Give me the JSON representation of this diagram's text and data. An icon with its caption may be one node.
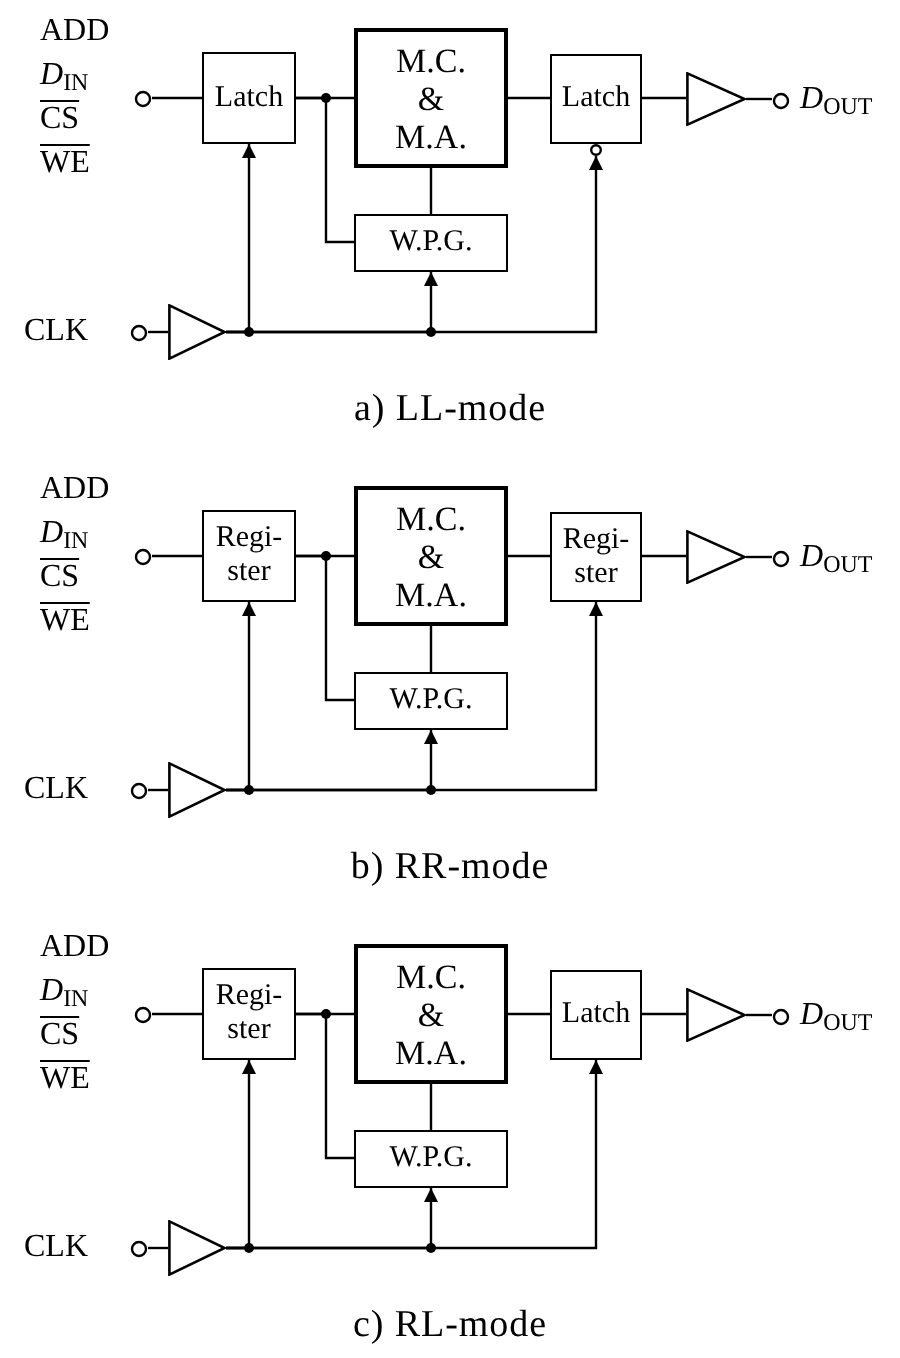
{
  "diagram": {
    "nodes": [
      {
        "text": [
          "ADD",
          "*D*$_{IN}$",
          "CS",
          "WE"
        ]
      },
      {
        "text": [
          "Latch"
        ]
      },
      {
        "text": [
          "M.C. & M.A."
        ]
      },
      {
        "text": [
          "W.P.G."
        ]
      },
      {
        "text": [
          "Latch"
        ]
      },
      {
        "text": [],
        "shape": "circle"
      },
      {
        "text": [],
        "shape": "triangle"
      },
      {
        "text": [
          "*D*$_{OUT}$"
        ]
      },
      {
        "text": [
          "CLK"
        ]
      },
      {
        "text": [],
        "shape": "triangle"
      },
      {
        "text": [
          "ADD",
          "*D*$_{IN}$",
          "CS",
          "WE"
        ]
      },
      {
        "text": [
          "Regi- ster"
        ]
      },
      {
        "text": [
          "M.C. & M.A."
        ]
      },
      {
        "text": [
          "W.P.G."
        ]
      },
      {
        "text": [
          "Regi- ster"
        ]
      },
      {
        "text": [],
        "shape": "triangle"
      },
      {
        "text": [
          "*D*$_{OUT}$"
        ]
      },
      {
        "text": [
          "CLK"
        ]
      },
      {
        "text": [],
        "shape": "triangle"
      },
      {
        "text": [
          "ADD",
          "*D*$_{IN}$",
          "CS",
          "WE"
        ]
      },
      {
        "text": [
          "Regi- ster"
        ]
      },
      {
        "text": [
          "M.C. & M.A."
        ]
      },
      {
        "text": [
          "W.P.G."
        ]
      },
      {
        "text": [
          "Latch"
        ]
      },
      {
        "text": [],
        "shape": "triangle"
      },
      {
        "text": [
          "*D*$_{OUT}$"
        ]
      },
      {
        "text": [
          "CLK"
        ]
      },
      {
        "text": [],
        "shape": "triangle"
      }
    ],
    "edges": [
      {
        "from": 0,
        "to": 1,
        "arrow": "none"
      },
      {
        "from": 1,
        "to": 2,
        "arrow": "none"
      },
      {
        "from": 1,
        "to": 3,
        "arrow": "none"
      },
      {
        "from": 2,
        "to": 3,
        "arrow": "none"
      },
      {
        "from": 2,
        "to": 4,
        "arrow": "none"
      },
      {
        "from": 4,
        "to": 6,
        "arrow": "none"
      },
      {
        "from": 6,
        "to": 7,
        "arrow": "none"
      },
      {
        "from": 8,
        "to": 9,
        "arrow": "none"
      },
      {
        "from": 9,
        "to": 1,
        "arrow": "to"
      },
      {
        "from": 9,
        "to": 3,
        "arrow": "to"
      },
      {
        "from": 9,
        "to": 5,
        "arrow": "to"
      },
      {
        "from": 10,
        "to": 11,
        "arrow": "none"
      },
      {
        "from": 11,
        "to": 12,
        "arrow": "none"
      },
      {
        "from": 11,
        "to": 13,
        "arrow": "none"
      },
      {
        "from": 12,
        "to": 13,
        "arrow": "none"
      },
      {
        "from": 12,
        "to": 14,
        "arrow": "none"
      },
      {
        "from": 14,
        "to": 15,
        "arrow": "none"
      },
      {
        "from": 15,
        "to": 16,
        "arrow": "none"
      },
      {
        "from": 17,
        "to": 18,
        "arrow": "none"
      },
      {
        "from": 18,
        "to": 11,
        "arrow": "to"
      },
      {
        "from": 18,
        "to": 13,
        "arrow": "to"
      },
      {
        "from": 18,
        "to": 14,
        "arrow": "to"
      },
      {
        "from": 19,
        "to": 20,
        "arrow": "none"
      },
      {
        "from": 20,
        "to": 21,
        "arrow": "none"
      },
      {
        "from": 20,
        "to": 22,
        "arrow": "none"
      },
      {
        "from": 21,
        "to": 22,
        "arrow": "none"
      },
      {
        "from": 21,
        "to": 23,
        "arrow": "none"
      },
      {
        "from": 23,
        "to": 24,
        "arrow": "none"
      },
      {
        "from": 24,
        "to": 25,
        "arrow": "none"
      },
      {
        "from": 26,
        "to": 27,
        "arrow": "none"
      },
      {
        "from": 27,
        "to": 20,
        "arrow": "to"
      },
      {
        "from": 27,
        "to": 22,
        "arrow": "to"
      },
      {
        "from": 27,
        "to": 23,
        "arrow": "to"
      }
    ],
    "labels": [
      "a) LL-mode",
      "b) RR-mode",
      "c) RL-mode"
    ]
  }
}
